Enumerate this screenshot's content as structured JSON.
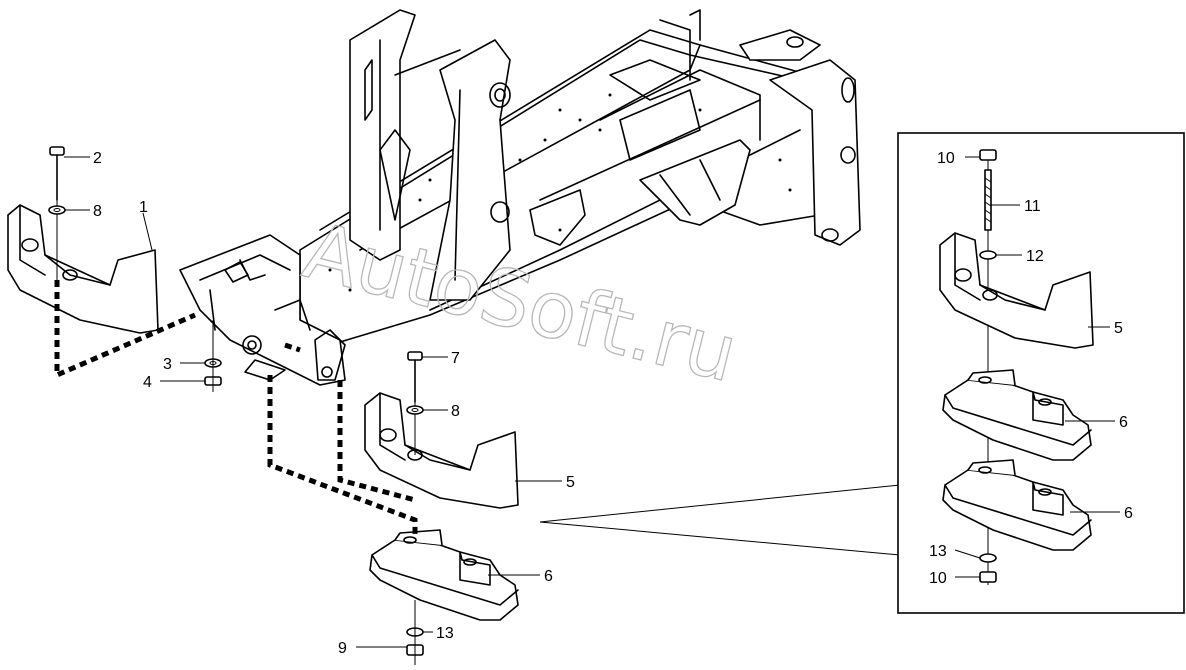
{
  "watermark": "AutoSoft.ru",
  "callouts": [
    {
      "id": "c1",
      "label": "1"
    },
    {
      "id": "c2",
      "label": "2"
    },
    {
      "id": "c8a",
      "label": "8"
    },
    {
      "id": "c3",
      "label": "3"
    },
    {
      "id": "c4",
      "label": "4"
    },
    {
      "id": "c7",
      "label": "7"
    },
    {
      "id": "c8b",
      "label": "8"
    },
    {
      "id": "c5a",
      "label": "5"
    },
    {
      "id": "c6a",
      "label": "6"
    },
    {
      "id": "c13a",
      "label": "13"
    },
    {
      "id": "c9",
      "label": "9"
    },
    {
      "id": "c10a",
      "label": "10"
    },
    {
      "id": "c11",
      "label": "11"
    },
    {
      "id": "c12",
      "label": "12"
    },
    {
      "id": "c5b",
      "label": "5"
    },
    {
      "id": "c6b",
      "label": "6"
    },
    {
      "id": "c6c",
      "label": "6"
    },
    {
      "id": "c13b",
      "label": "13"
    },
    {
      "id": "c10b",
      "label": "10"
    }
  ]
}
